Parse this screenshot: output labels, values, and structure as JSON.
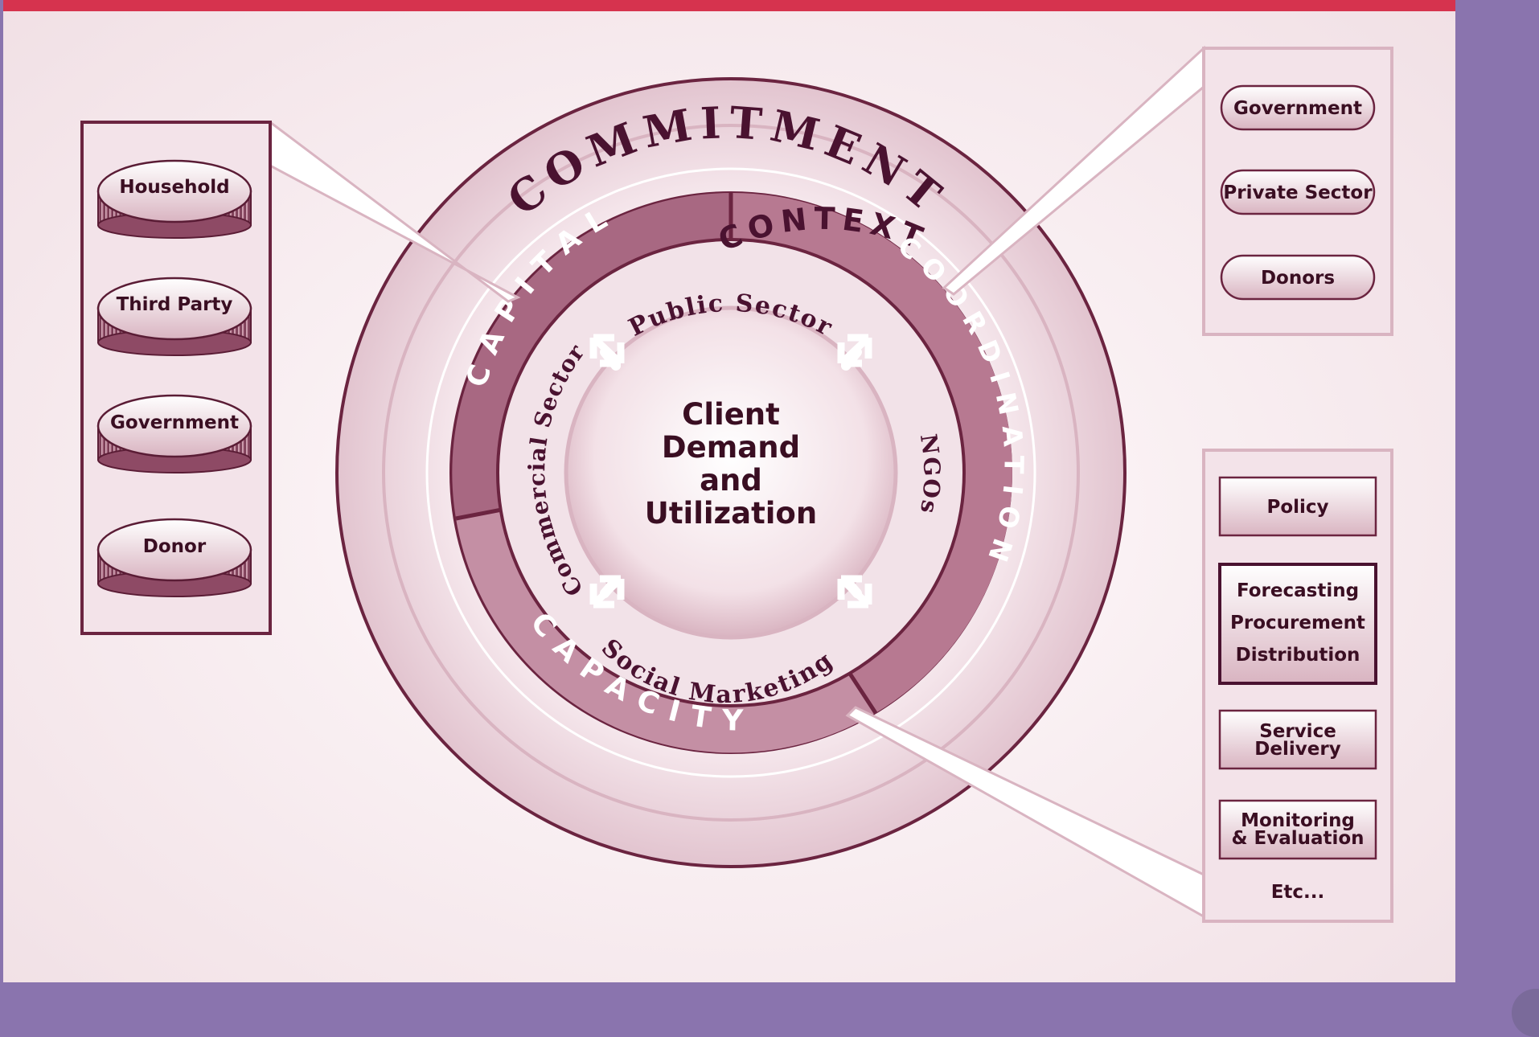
{
  "diagram": {
    "rings": {
      "outer": "CONTEXT",
      "middle": "COMMITMENT",
      "segment_left": "CAPITAL",
      "segment_right": "COORDINATION",
      "segment_bottom": "CAPACITY"
    },
    "sectors": {
      "top": "Public Sector",
      "left": "Commercial Sector",
      "right": "NGOs",
      "bottom": "Social Marketing"
    },
    "center": [
      "Client",
      "Demand",
      "and",
      "Utilization"
    ],
    "funding_sources": [
      "Household",
      "Third Party",
      "Government",
      "Donor"
    ],
    "coordination_actors": [
      "Government",
      "Private Sector",
      "Donors"
    ],
    "capacity_functions": {
      "policy": "Policy",
      "logistics": [
        "Forecasting",
        "Procurement",
        "Distribution"
      ],
      "service": [
        "Service",
        "Delivery"
      ],
      "monitoring": [
        "Monitoring",
        "& Evaluation"
      ],
      "etc": "Etc..."
    }
  },
  "colors": {
    "dark_maroon": "#6b2440",
    "accent_red": "#d6334e",
    "frame_purple": "#8a74ae",
    "pink_light": "#d9b4c1"
  }
}
